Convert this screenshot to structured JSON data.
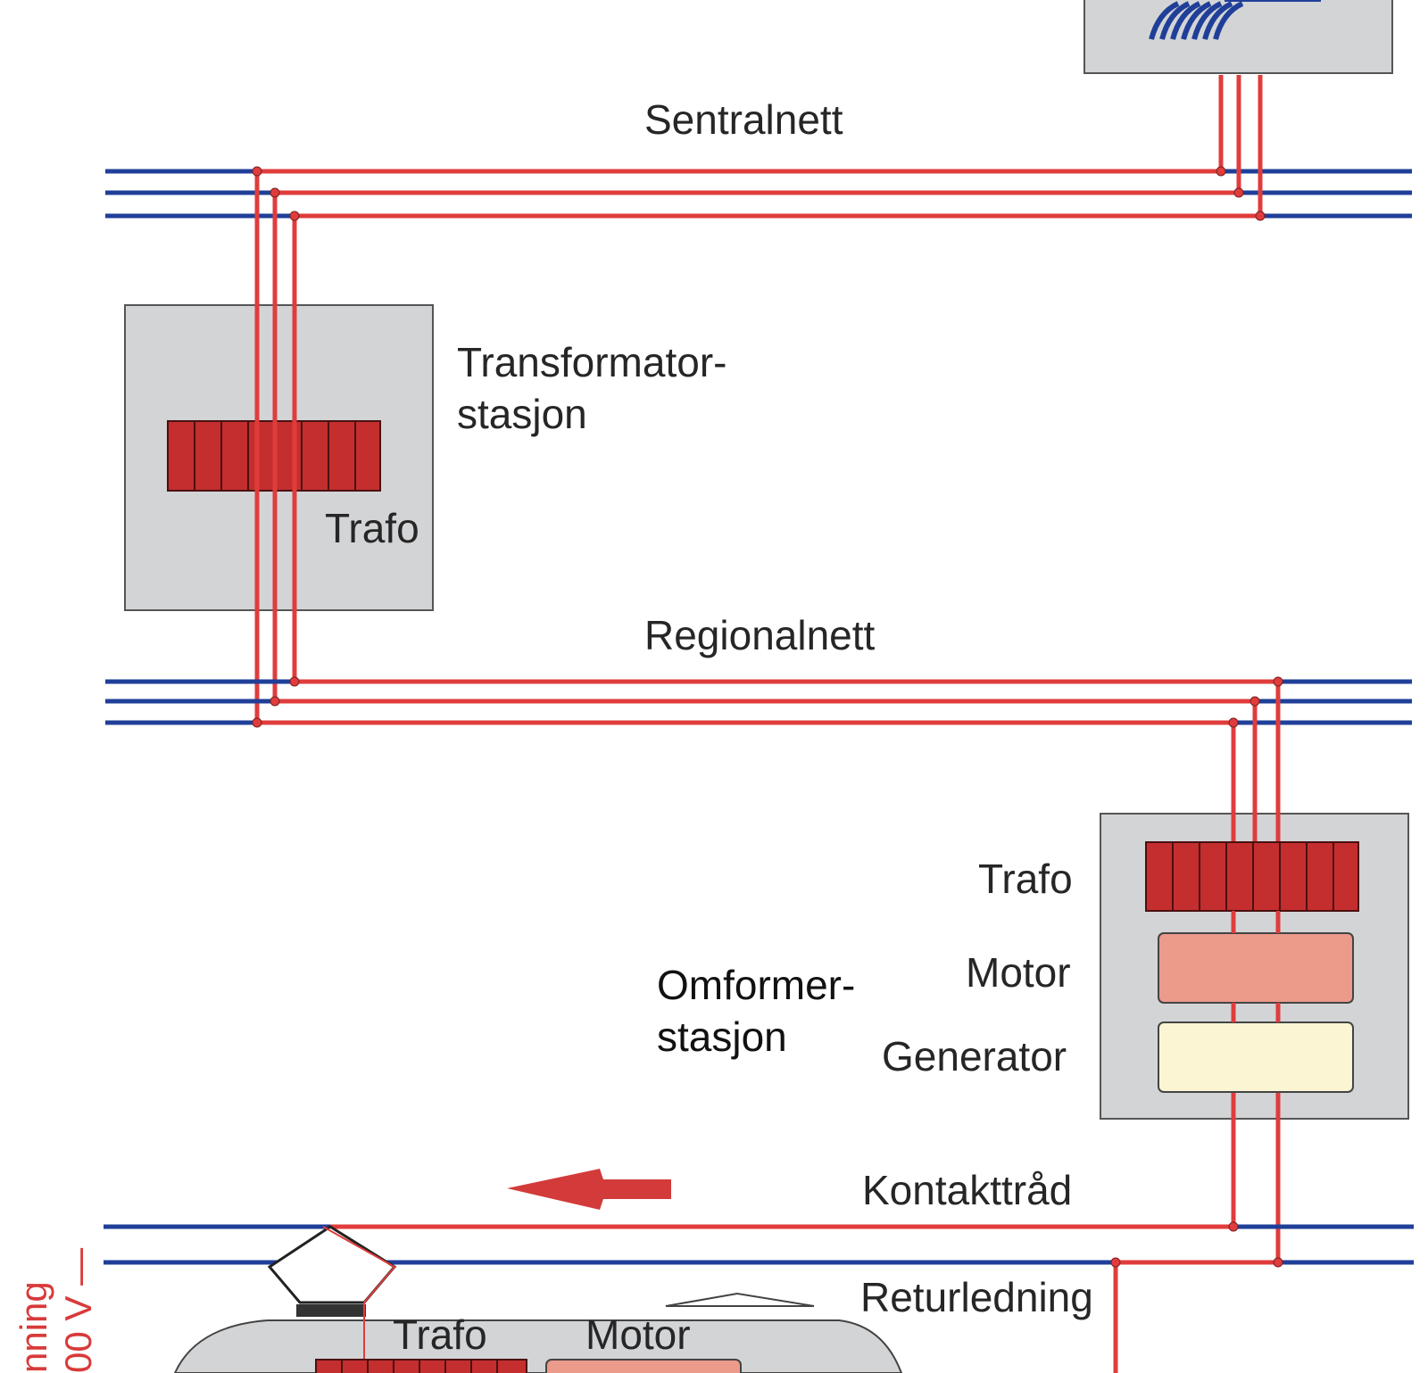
{
  "labels": {
    "sentralnett": "Sentralnett",
    "transformator_line1": "Transformator-",
    "transformator_line2": "stasjon",
    "trafo_top": "Trafo",
    "regionalnett": "Regionalnett",
    "trafo_right": "Trafo",
    "motor_right": "Motor",
    "generator": "Generator",
    "omformer_line1": "Omformer-",
    "omformer_line2": "stasjon",
    "kontakttrad": "Kontakttråd",
    "returledning": "Returledning",
    "trafo_train": "Trafo",
    "motor_train": "Motor",
    "side_partial_1": "nning",
    "side_partial_2": "00 V —"
  },
  "colors": {
    "grid_line": "#1f3f98",
    "power_line": "#e03c3c",
    "station_fill": "#d3d4d6",
    "trafo_fill": "#c42e2e",
    "motor_fill": "#ec9a8a",
    "generator_fill": "#fbf5d4",
    "arrow": "#d33a3a",
    "turbine": "#1f3f98"
  },
  "icons": {
    "power_plant": "turbine-icon",
    "direction": "arrow-left-icon",
    "pantograph": "pantograph-icon"
  }
}
